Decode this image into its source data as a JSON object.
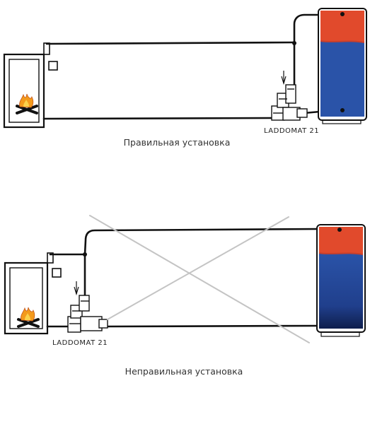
{
  "diagram": {
    "correct": {
      "caption": "Правильная установка",
      "valve_label": "LADDOMAT 21"
    },
    "incorrect": {
      "caption": "Неправильная установка",
      "valve_label": "LADDOMAT 21"
    }
  },
  "colors": {
    "pipe": "#111111",
    "tank_hot": "#e14a2c",
    "tank_cold": "#2a53a8",
    "tank_cold_bottom": "#0e1e4c",
    "cross": "#c4c4c4",
    "flame_outer": "#f39a1c",
    "flame_inner": "#fbd14b"
  },
  "icons": {
    "fire": "fire-icon",
    "valve": "valve-icon"
  }
}
